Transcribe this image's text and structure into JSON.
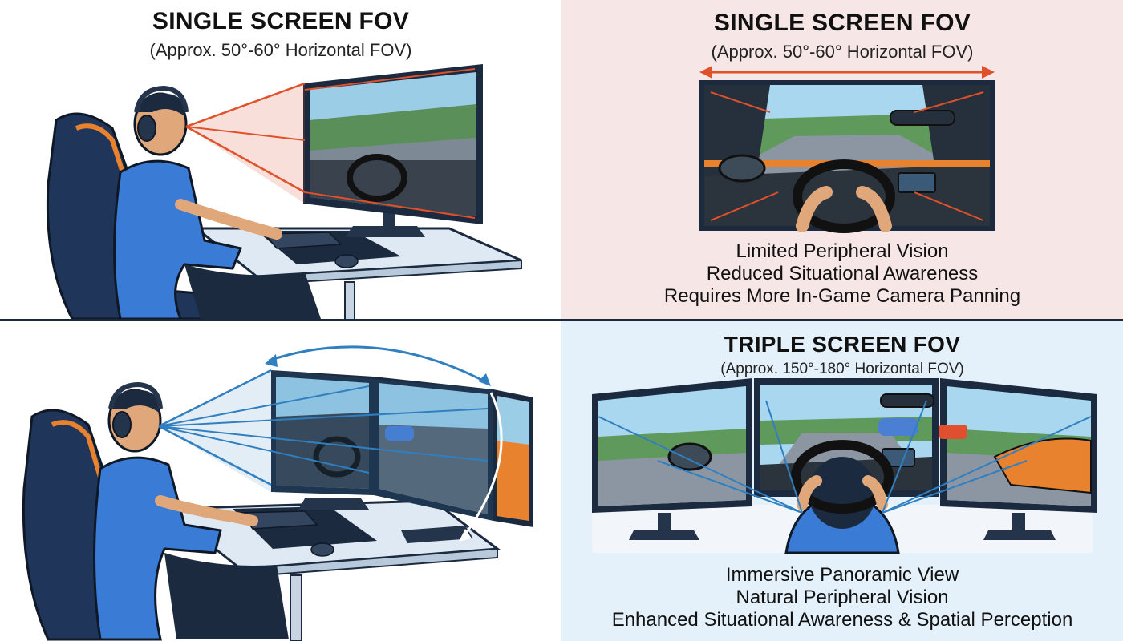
{
  "panels": {
    "single_person": {
      "title": "SINGLE SCREEN FOV",
      "subtitle": "(Approx. 50°-60° Horizontal FOV)"
    },
    "single_view": {
      "title": "SINGLE SCREEN FOV",
      "subtitle": "(Approx. 50°-60° Horizontal FOV)",
      "points": [
        "Limited Peripheral Vision",
        "Reduced Situational Awareness",
        "Requires More In-Game Camera Panning"
      ]
    },
    "triple_view": {
      "title": "TRIPLE SCREEN FOV",
      "subtitle": "(Approx. 150°-180° Horizontal FOV)",
      "points": [
        "Immersive Panoramic View",
        "Natural Peripheral Vision",
        "Enhanced Situational Awareness & Spatial Perception"
      ]
    }
  },
  "colors": {
    "single_fov": "#e0502a",
    "triple_fov": "#2f7fc1",
    "single_bg": "#f7e6e6",
    "triple_bg": "#e4f1fb",
    "outline": "#1c2a3f",
    "accent": "#e8822e"
  }
}
